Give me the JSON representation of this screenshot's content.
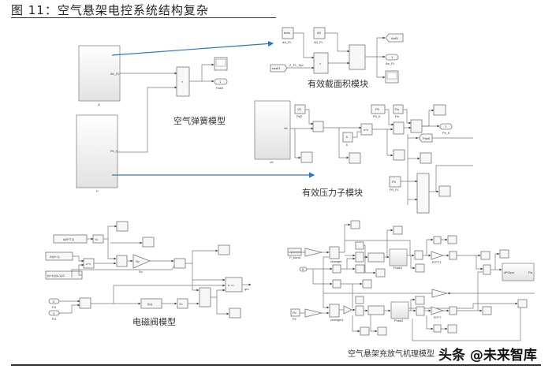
{
  "figure": {
    "title": "图 11：空气悬架电控系统结构复杂"
  },
  "captions": {
    "effective_area_module": "有效截面积模块",
    "air_spring_model": "空气弹簧模型",
    "effective_pressure_module": "有效压力子模块",
    "solenoid_valve_model": "电磁阀模型",
    "inflation_deflation_model": "空气悬架充放气机理模型"
  },
  "air_spring": {
    "subsystem_a": {
      "name": "A",
      "port": "Ae_FL"
    },
    "subsystem_p": {
      "name": "P",
      "port": "Pe_fl"
    },
    "output_label": "Fasfl",
    "outport_num": "1",
    "product_symbol": "×"
  },
  "area_module": {
    "const_beta": {
      "value": "beta",
      "label": "dA_FL"
    },
    "const_a0": {
      "value": "A0",
      "label": "A0_FL"
    },
    "goto_input": "zasfl1",
    "signal_label": "Z_FL_Spr",
    "goto_output": "Aefl1",
    "outport": {
      "num": "1",
      "label": "Ae_FL"
    }
  },
  "pressure_module": {
    "subsystem_v": {
      "name": "Ve",
      "port": "Ve"
    },
    "const_v0": {
      "value": "V0",
      "label": "Pa2"
    },
    "const_k": {
      "value": "k",
      "label": "k"
    },
    "const_p0": {
      "value": "P0",
      "label": "P0_fl"
    },
    "const_pa": {
      "value": "Pa",
      "label": "Pa"
    },
    "const_p0_fl": {
      "value": "P0",
      "label": "P0_FL"
    },
    "goto": "Pasfl",
    "outport": {
      "num": "1",
      "label": "Pe_fl"
    },
    "power_symbol": "u^v"
  },
  "valve_model": {
    "const_1": "k(R*T1)",
    "const_2": "2/(k+1)",
    "const_3": "(k+1)/(k-1)/2",
    "gain": "Sv",
    "gain_label": "Sv",
    "func": "f(u)",
    "sqrt_symbol": "√u",
    "inport_pd": {
      "num": "2",
      "label": "Pd"
    },
    "inport_pu": {
      "num": "1",
      "label": "Pu"
    },
    "switch_cond": "u >=",
    "outport": {
      "num": "1",
      "label": "qm"
    }
  },
  "inflation_model": {
    "input_1": "Uplimiter",
    "input_1_label": "P_bund",
    "input_2": "Pv",
    "input_2_label": "Pv",
    "const_src": "0",
    "block_changer1": "changer",
    "block_changer2": "changer1",
    "block_pusb1": "Pusb1",
    "block_pusb2": "Pusb2",
    "gain_top": "RT*T1",
    "gain_bot": "RT*T",
    "final_block_in": "dP/2pa",
    "final_block_out": "Pa"
  },
  "watermark": {
    "text": "头条 @未来智库"
  },
  "colors": {
    "arrow": "#2a78c0",
    "block_border": "#777777",
    "block_fill": "#f7f7f7"
  }
}
